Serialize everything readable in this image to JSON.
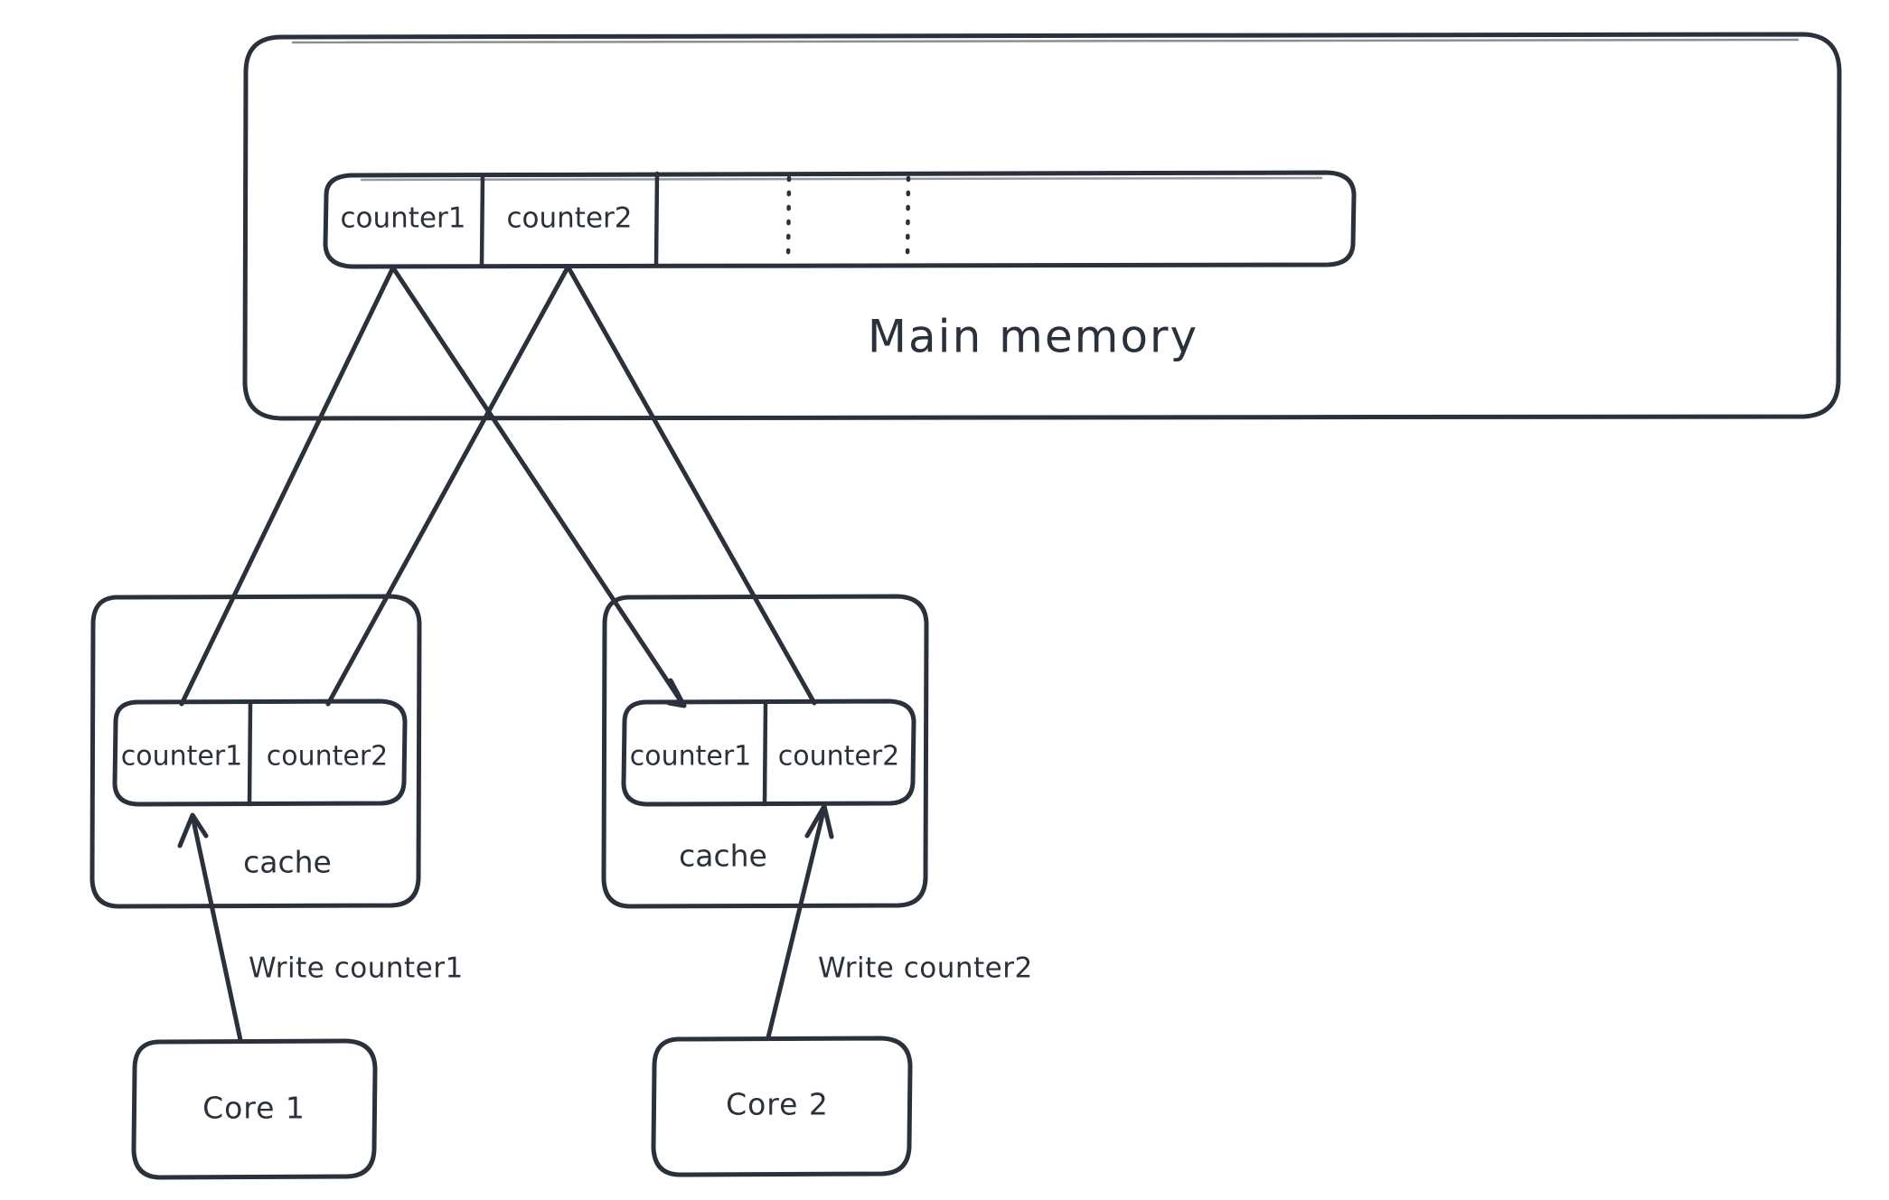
{
  "diagram": {
    "title_label": "Main memory",
    "main_memory": {
      "label": "Main memory",
      "cells": [
        {
          "label": "counter1"
        },
        {
          "label": "counter2"
        },
        {
          "label": ""
        },
        {
          "label": ""
        },
        {
          "label": ""
        }
      ]
    },
    "caches": [
      {
        "name": "cache-left",
        "label": "cache",
        "cells": [
          {
            "label": "counter1"
          },
          {
            "label": "counter2"
          }
        ]
      },
      {
        "name": "cache-right",
        "label": "cache",
        "cells": [
          {
            "label": "counter1"
          },
          {
            "label": "counter2"
          }
        ]
      }
    ],
    "cores": [
      {
        "label": "Core 1"
      },
      {
        "label": "Core 2"
      }
    ],
    "write_edges": [
      {
        "label": "Write counter1"
      },
      {
        "label": "Write counter2"
      }
    ],
    "colors": {
      "stroke": "#2b313b",
      "background": "#ffffff"
    }
  }
}
